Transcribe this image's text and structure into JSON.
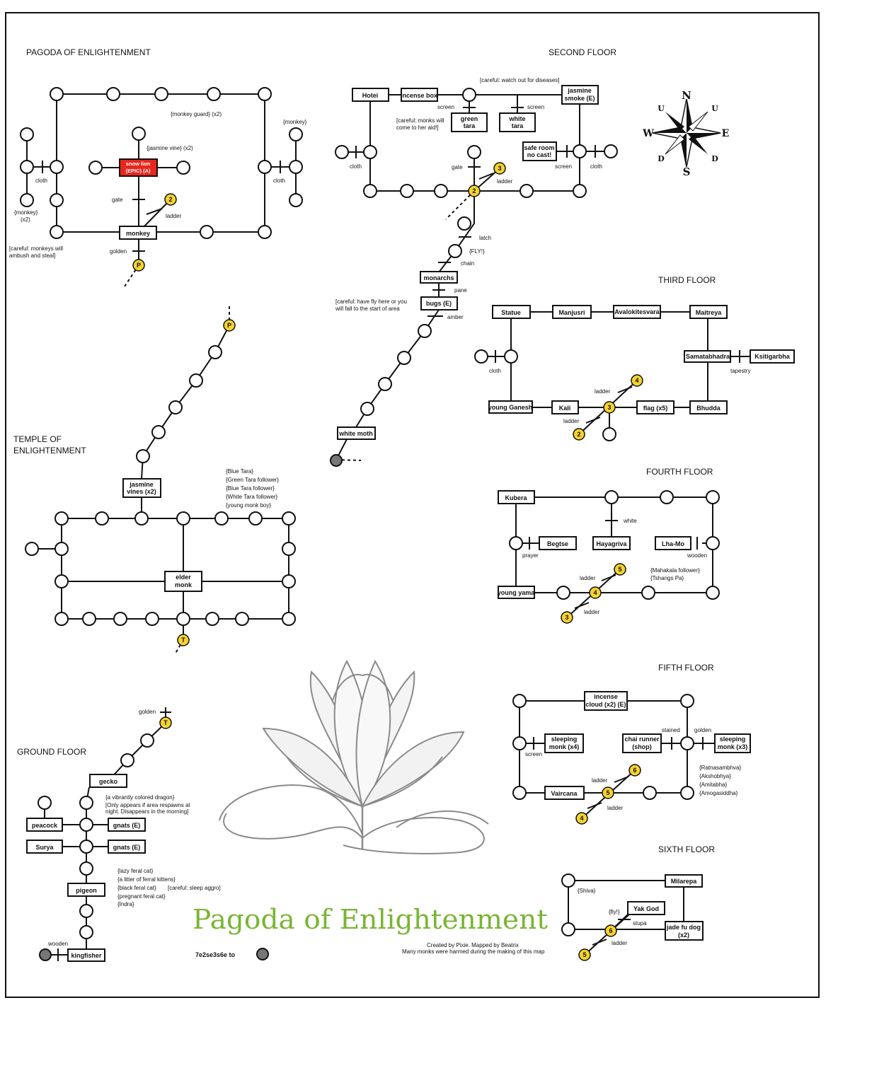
{
  "titles": {
    "pagoda": "PAGODA OF ENLIGHTENMENT",
    "second": "SECOND FLOOR",
    "third": "THIRD FLOOR",
    "fourth": "FOURTH FLOOR",
    "fifth": "FIFTH FLOOR",
    "sixth": "SIXTH FLOOR",
    "temple1": "TEMPLE OF",
    "temple2": "ENLIGHTENMENT",
    "ground": "GROUND FLOOR"
  },
  "big_title": "Pagoda of Enlightenment",
  "credits": {
    "line1": "Created by Pixie. Mapped by  Beatrix",
    "line2": "Many monks were harmed during the making of this map",
    "speedwalk": "7e2se3s6e to"
  },
  "compass": {
    "n": "N",
    "s": "S",
    "e": "E",
    "w": "W",
    "u1": "U",
    "u2": "U",
    "d1": "D",
    "d2": "D"
  },
  "pagoda": {
    "monkey_guard": "{monkey guard} (x2)",
    "monkey_r": "{monkey}",
    "jasmine_vine": "{jasmine vine} (x2)",
    "snow_lion1": "snow lion",
    "snow_lion2": "(EPIC) (A)",
    "cloth_l": "cloth",
    "cloth_r": "cloth",
    "monkey_l1": "{monkey}",
    "monkey_l2": "(x2)",
    "gate": "gate",
    "ladder": "ladder",
    "monkey_box": "monkey",
    "careful1": "[careful: monkeys will",
    "careful2": "ambush and steal]",
    "golden": "golden",
    "num2": "2",
    "p": "P"
  },
  "second": {
    "careful_disease": "[careful: watch out for diseases]",
    "hotei": "Hotei",
    "incense": "incense box",
    "jasmine1": "jasmine",
    "jasmine2": "smoke (E)",
    "screen1": "screen",
    "screen2": "screen",
    "screen3": "screen",
    "green1": "green",
    "green2": "tara",
    "white1": "white",
    "white2": "tara",
    "careful_monks1": "[careful: monks will",
    "careful_monks2": "come to her aid!]",
    "safe1": "safe room",
    "safe2": "no cast!",
    "cloth_l": "cloth",
    "cloth_r": "cloth",
    "gate": "gate",
    "ladder": "ladder",
    "num3": "3",
    "num2": "2",
    "latch": "latch",
    "fly": "{FLY!}",
    "chain": "chain",
    "monarchs": "monarchs",
    "pane": "pane",
    "careful_fly1": "[careful: have fly here or you",
    "careful_fly2": "will fall to the start of area",
    "bugs": "bugs (E)",
    "amber": "amber",
    "white_moth": "white moth"
  },
  "third": {
    "statue": "Statue",
    "manjusri": "Manjusri",
    "avalok": "Avalokitesvara",
    "maitreya": "Maitreya",
    "samata": "Samatabhadra",
    "ksiti": "Ksitigarbha",
    "tapestry": "tapestry",
    "cloth": "cloth",
    "ladder1": "ladder",
    "ladder2": "ladder",
    "num4": "4",
    "num3": "3",
    "num2": "2",
    "ganesh": "young Ganesh",
    "kali": "Kali",
    "flag": "flag (x5)",
    "bhudda": "Bhudda"
  },
  "fourth": {
    "kubera": "Kubera",
    "white": "white",
    "begtse": "Begtse",
    "hayagriva": "Hayagriva",
    "lhamo": "Lha-Mo",
    "prayer": "prayer",
    "wooden": "wooden",
    "ladder1": "ladder",
    "ladder2": "ladder",
    "num5": "5",
    "num4": "4",
    "num3": "3",
    "mahakala1": "{Mahakala follower}",
    "mahakala2": "{Tshangs Pa}",
    "yama": "young yama"
  },
  "fifth": {
    "incense1": "incense",
    "incense2": "cloud (x2) (E)",
    "sleeping_l1": "sleeping",
    "sleeping_l2": "monk (x4)",
    "screen": "screen",
    "chai1": "chai runner",
    "chai2": "(shop)",
    "stained": "stained",
    "golden": "golden",
    "sleeping_r1": "sleeping",
    "sleeping_r2": "monk (x3)",
    "r1": "{Ratnasambhva}",
    "r2": "{Akshobhya}",
    "r3": "{Amitabha}",
    "r4": "{Amogasiddha}",
    "ladder1": "ladder",
    "ladder2": "ladder",
    "num6": "6",
    "num5": "5",
    "num4": "4",
    "vaircana": "Vaircana"
  },
  "sixth": {
    "milarepa": "Milarepa",
    "shiva": "{Shiva}",
    "fly": "{fly!}",
    "yak": "Yak God",
    "stupa": "stupa",
    "jade1": "jade fu dog",
    "jade2": "(x2)",
    "ladder": "ladder",
    "num6": "6",
    "num5": "5"
  },
  "temple": {
    "p": "P",
    "jasmine1": "jasmine",
    "jasmine2": "vines (x2)",
    "m1": "{Blue Tara}",
    "m2": "{Green Tara follower}",
    "m3": "{Blue Tara follower}",
    "m4": "{White Tara follower}",
    "m5": "{young monk boy}",
    "elder1": "elder",
    "elder2": "monk",
    "t": "T"
  },
  "ground": {
    "golden": "golden",
    "t": "T",
    "gecko": "gecko",
    "dragon": "{a vibrantly colored dragon}",
    "only1": "[Only appears if area respawns at",
    "only2": "night. Disappears in the morning]",
    "peacock": "peacock",
    "gnats1": "gnats (E)",
    "surya": "Surya",
    "gnats2": "gnats (E)",
    "cat1": "{lazy feral cat}",
    "cat2": "{a litter of ferral kittens}",
    "cat3": "{black feral cat}",
    "careful": "[careful: sleep aggro]",
    "cat4": "{pregnant feral cat}",
    "indra": "{Indra}",
    "pigeon": "pigeon",
    "wooden": "wooden",
    "kingfisher": "kingfisher"
  }
}
